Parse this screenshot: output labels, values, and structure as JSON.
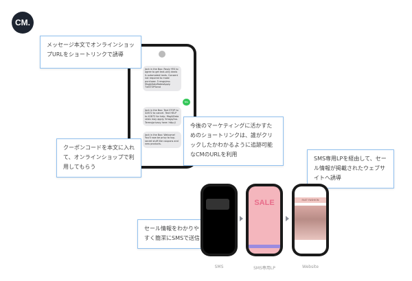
{
  "logo": {
    "text": "CM."
  },
  "main_phone": {
    "messages": [
      "Jack in the Box: Reply YES to agree to get text-only deals & automated texts. Consent not required to make purchase. 5 msgs/mo. Msg&DataRatesApply. TxtSTOPSend",
      "Yes",
      "Jack in the Box: Text STOP to 42872 to cancel. Text HELP to 42872 for help. Msg&Data rates may apply. 5msgs/mo. Terms/privacy here: http://",
      "Jack in the Box: Welcome! You'll now be privy to top-secret stuff like coupons and new products."
    ]
  },
  "callouts": {
    "c1": "メッセージ本文でオンラインショップURLをショートリンクで誘導",
    "c2": "今後のマーケティングに活かすためのショートリンクは、誰がクリックしたかわかるように追跡可能なCMのURLを利用",
    "c3": "クーポンコードを本文に入れて、オンラインショップで利用してもらう",
    "c4": "SMS専用LPを経由して、セール情報が掲載されたウェブサイトへ誘導",
    "c5": "セール情報をわかりやすく簡潔にSMSで送信"
  },
  "flow": {
    "labels": [
      "SMS",
      "SMS専用LP",
      "Website"
    ],
    "lp_sale": "SALE",
    "site_title": "FAST FASHION"
  }
}
